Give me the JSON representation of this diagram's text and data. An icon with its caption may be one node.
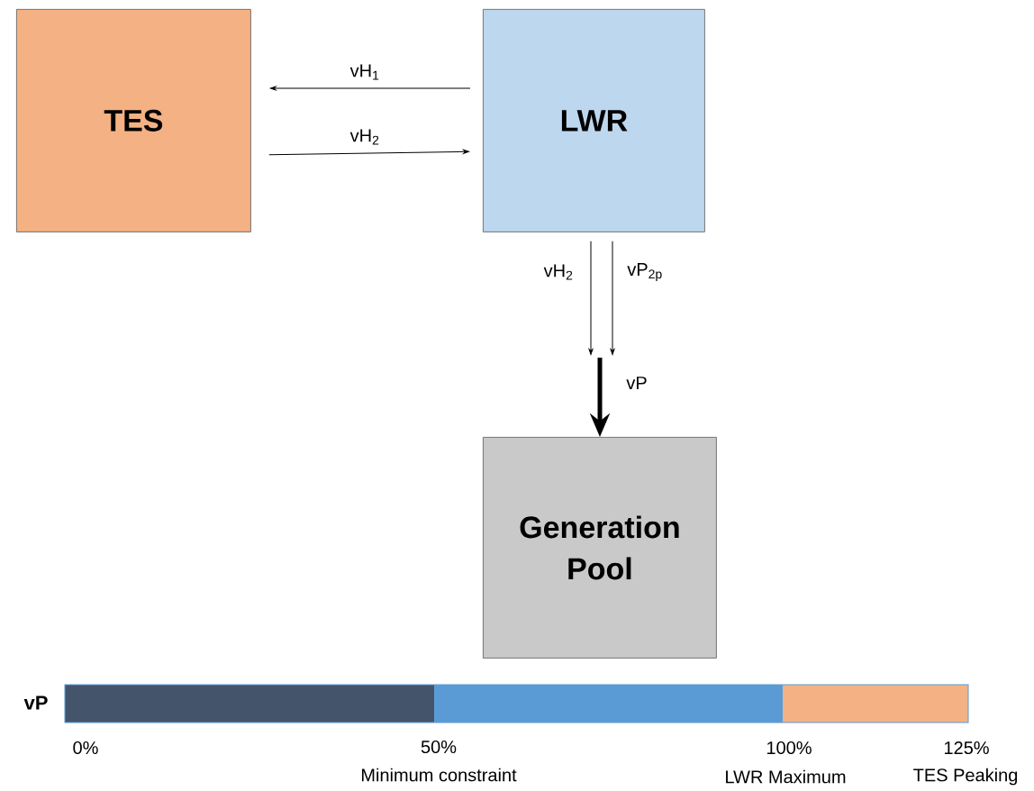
{
  "diagram": {
    "nodes": [
      {
        "text": [
          "TES"
        ]
      },
      {
        "text": [
          "LWR"
        ]
      },
      {
        "text": [
          "Generation Pool"
        ]
      }
    ],
    "edges": [
      {
        "from": 1,
        "to": 0,
        "arrow": "to",
        "label": "vH$_{1}$"
      },
      {
        "from": 0,
        "to": 1,
        "arrow": "to",
        "label": "vH$_{2}$"
      },
      {
        "from": 1,
        "to": null,
        "arrow": "to",
        "label": "vH$_{2}$"
      },
      {
        "from": 1,
        "to": null,
        "arrow": "to",
        "label": "vP$_{2p}$"
      },
      {
        "from": null,
        "to": 2,
        "arrow": "to",
        "label": "vP",
        "style": "thick"
      }
    ],
    "labels": [
      "vP",
      "0%",
      "50%",
      "100%",
      "125%",
      "Minimum constraint",
      "LWR Maximum",
      "TES Peaking"
    ]
  }
}
